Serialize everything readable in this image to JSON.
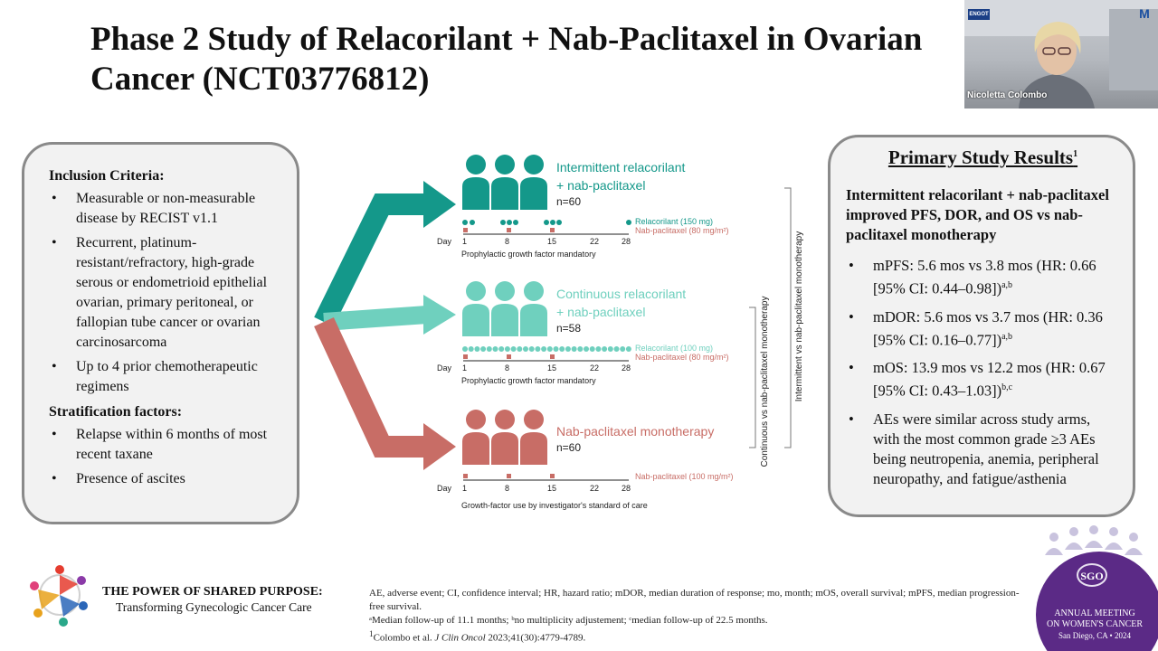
{
  "slide": {
    "title_line1": "Phase 2 Study of Relacorilant + Nab-Paclitaxel in Ovarian",
    "title_line2": "Cancer (NCT03776812)"
  },
  "video": {
    "speaker_name": "Nicoletta Colombo",
    "badge1": "ENGOT",
    "badge2": "M"
  },
  "left_panel": {
    "inclusion_heading": "Inclusion Criteria:",
    "inclusion_items": [
      "Measurable or non-measurable disease by RECIST v1.1",
      "Recurrent, platinum-resistant/refractory, high-grade serous or endometrioid epithelial ovarian, primary peritoneal, or fallopian tube cancer or ovarian carcinosarcoma",
      "Up to 4 prior chemotherapeutic regimens"
    ],
    "strat_heading": "Stratification factors:",
    "strat_items": [
      "Relapse within 6 months of most recent taxane",
      "Presence of ascites"
    ]
  },
  "diagram": {
    "arms": [
      {
        "label1": "Intermittent relacorilant",
        "label2": "+ nab-paclitaxel",
        "n": "n=60",
        "color": "#14988a",
        "dose1": "Relacorilant (150 mg)",
        "dose2": "Nab-paclitaxel (80 mg/m²)",
        "note": "Prophylactic growth factor mandatory"
      },
      {
        "label1": "Continuous relacorilant",
        "label2": "+ nab-paclitaxel",
        "n": "n=58",
        "color": "#6fd0be",
        "dose1": "Relacorilant (100 mg)",
        "dose2": "Nab-paclitaxel (80 mg/m²)",
        "note": "Prophylactic growth factor mandatory"
      },
      {
        "label1": "Nab-paclitaxel monotherapy",
        "label2": "",
        "n": "n=60",
        "color": "#c86d66",
        "dose1": "",
        "dose2": "Nab-paclitaxel (100 mg/m²)",
        "note": "Growth-factor use by investigator's standard of care"
      }
    ],
    "day_label": "Day",
    "days": [
      "1",
      "8",
      "15",
      "22",
      "28"
    ],
    "compare_outer": "Intermittent vs nab-paclitaxel monotherapy",
    "compare_inner": "Continuous vs nab-paclitaxel monotherapy",
    "teal": "#14988a",
    "mint": "#6fd0be",
    "salmon": "#c86d66"
  },
  "right_panel": {
    "title": "Primary Study Results",
    "title_sup": "1",
    "lead": "Intermittent relacorilant + nab-paclitaxel improved PFS, DOR, and OS vs nab-paclitaxel monotherapy",
    "b1": "mPFS: 5.6 mos vs 3.8 mos (HR: 0.66 [95% CI: 0.44–0.98])",
    "b1_sup": "a,b",
    "b2": "mDOR: 5.6 mos vs 3.7 mos (HR: 0.36 [95% CI: 0.16–0.77])",
    "b2_sup": "a,b",
    "b3": "mOS: 13.9 mos vs 12.2 mos (HR: 0.67 [95% CI: 0.43–1.03])",
    "b3_sup": "b,c",
    "b4": "AEs were similar across study arms, with the most common grade ≥3 AEs being neutropenia, anemia, peripheral neuropathy, and fatigue/asthenia"
  },
  "footer": {
    "brand_line1": "THE POWER OF SHARED PURPOSE:",
    "brand_line2": "Transforming Gynecologic Cancer Care",
    "abbrev": "AE, adverse event; CI, confidence interval; HR, hazard ratio; mDOR, median duration of response; mo, month; mOS, overall survival; mPFS, median progression-free survival.",
    "fn_a": "ᵃMedian follow-up of 11.1 months; ᵇno multiplicity adjustement; ᶜmedian follow-up of 22.5 months.",
    "ref_sup": "1",
    "ref_authors": "Colombo et al. ",
    "ref_journal": "J Clin Oncol",
    "ref_rest": " 2023;41(30):4779-4789.",
    "sgo_word": "SGO",
    "sgo_line1": "ANNUAL MEETING",
    "sgo_line2": "ON WOMEN'S CANCER",
    "sgo_line3": "San Diego, CA • 2024"
  }
}
